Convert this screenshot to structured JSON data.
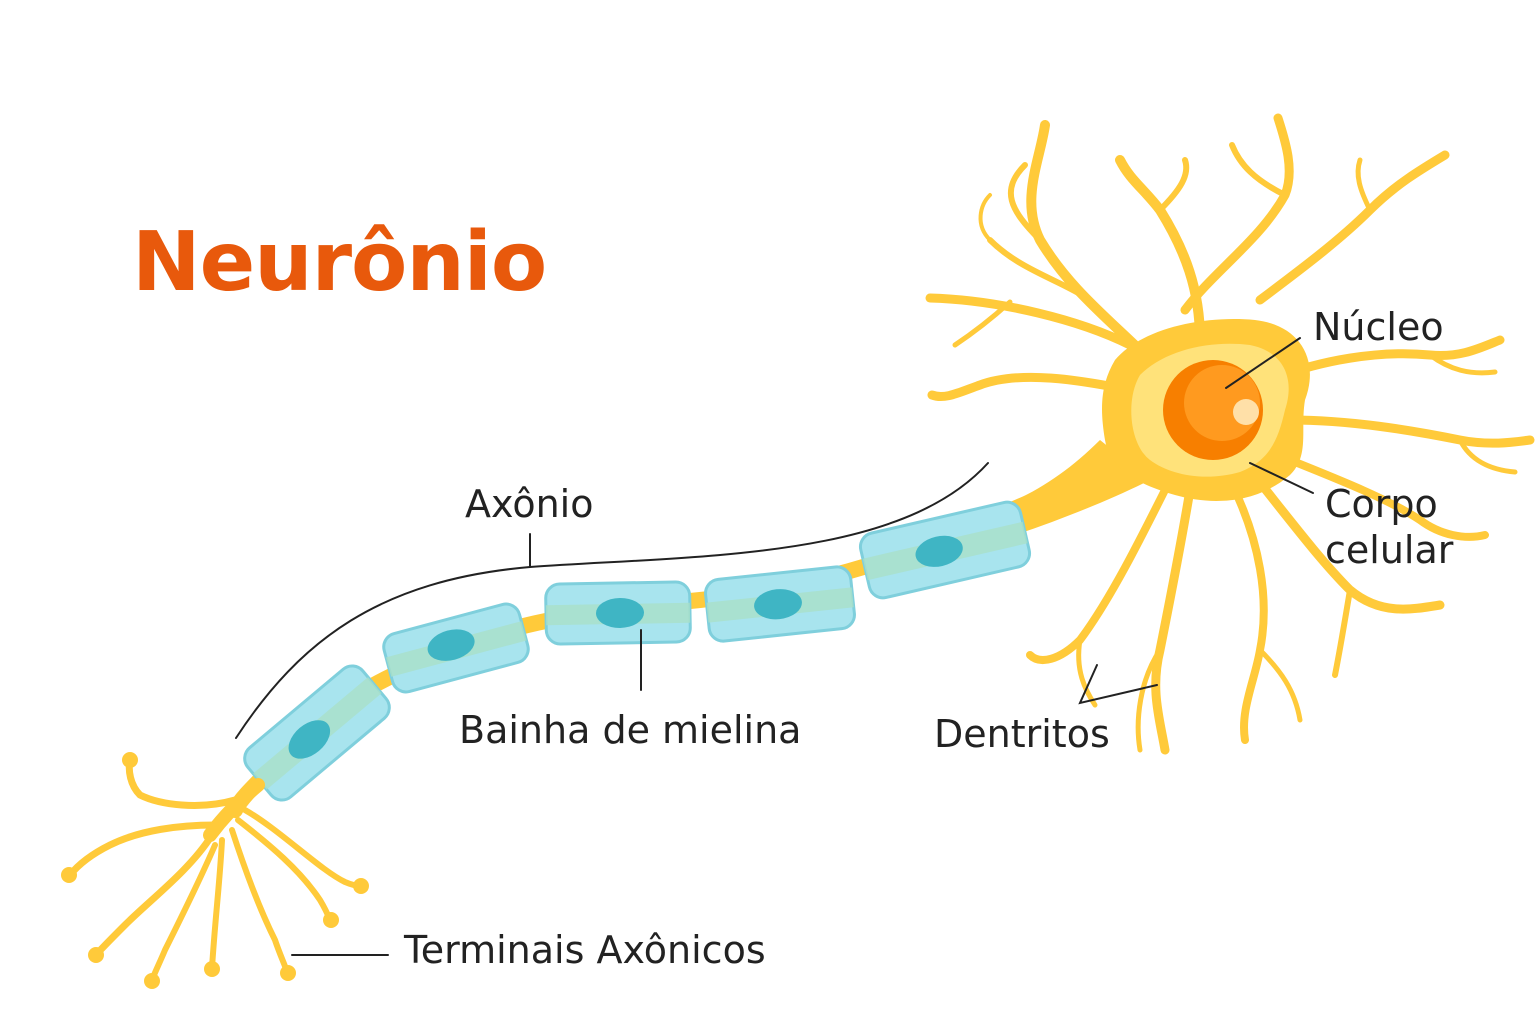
{
  "title": "Neurônio",
  "labels": {
    "nucleus": "Núcleo",
    "cell_body_line1": "Corpo",
    "cell_body_line2": "celular",
    "axon": "Axônio",
    "myelin_sheath": "Bainha de mielina",
    "dendrites": "Dentritos",
    "axon_terminals": "Terminais Axônicos"
  },
  "colors": {
    "title": "#E8590C",
    "neuron": "#FFCA3A",
    "neuron_light": "#FFE27A",
    "nucleus": "#F77F00",
    "myelin": "#A8E4EE",
    "myelin_nucleus": "#3FB5C4",
    "leader_line": "#222222"
  }
}
